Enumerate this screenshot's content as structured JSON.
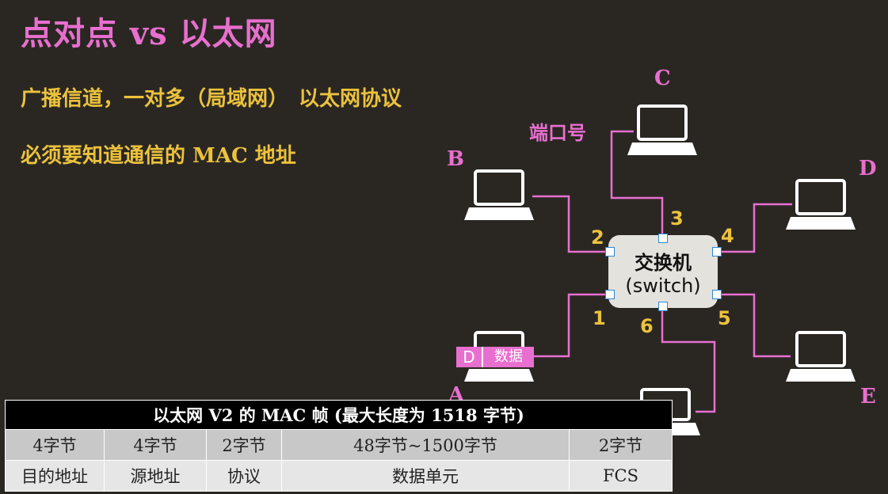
{
  "title": "点对点 vs 以太网",
  "lines": [
    "广播信道，一对多（局域网）　以太网协议",
    "必须要知道通信的 MAC 地址"
  ],
  "diagram": {
    "switch": {
      "name": "交换机",
      "subtitle": "(switch)"
    },
    "port_caption": "端口号",
    "nodes": [
      "A",
      "B",
      "C",
      "D",
      "E"
    ],
    "ports": [
      "1",
      "2",
      "3",
      "4",
      "5",
      "6"
    ],
    "packet": {
      "dest": "D",
      "data": "数据"
    }
  },
  "frame_table": {
    "header": "以太网 V2 的 MAC 帧 (最大长度为 1518 字节)",
    "sizes": [
      "4字节",
      "4字节",
      "2字节",
      "48字节~1500字节",
      "2字节"
    ],
    "fields": [
      "目的地址",
      "源地址",
      "协议",
      "数据单元",
      "FCS"
    ]
  },
  "colors": {
    "accent": "#e86fcf",
    "highlight": "#ecc23c",
    "background": "#2a2723"
  }
}
